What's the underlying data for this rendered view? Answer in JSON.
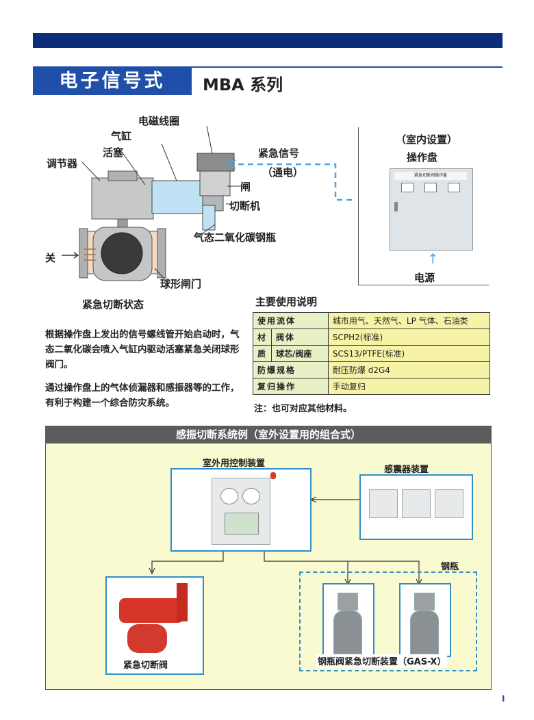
{
  "header": {
    "title": "电子信号式",
    "series": "MBA 系列"
  },
  "diagram": {
    "labels": {
      "solenoid": "电磁线圈",
      "cylinder": "气缸",
      "piston": "活塞",
      "regulator": "调节器",
      "signal": "紧急信号",
      "signal_sub": "（通电）",
      "gate": "闸",
      "cutter": "切断机",
      "co2": "气态二氧化碳钢瓶",
      "close": "关",
      "ball_valve": "球形闸门",
      "state": "紧急切断状态",
      "indoor": "（室内设置）",
      "panel": "操作盘",
      "panel_plate": "紧急切断阀操作盘",
      "power": "电源"
    }
  },
  "description": {
    "para1": "根据操作盘上发出的信号螺线管开始启动时，气态二氧化碳会喷入气缸内驱动活塞紧急关闭球形阀门。",
    "para2": "通过操作盘上的气体侦漏器和感振器等的工作，有利于构建一个综合防灾系统。"
  },
  "spec": {
    "title": "主要使用说明",
    "rows": [
      {
        "group": "",
        "key": "使用流体",
        "value": "城市用气、天然气、LP 气体、石油类"
      },
      {
        "group": "材",
        "key": "阀体",
        "value": "SCPH2(标准)"
      },
      {
        "group": "质",
        "key": "球芯/阀座",
        "value": "SCS13/PTFE(标准)"
      },
      {
        "group": "",
        "key": "防爆规格",
        "value": "耐压防爆 d2G4"
      },
      {
        "group": "",
        "key": "复归操作",
        "value": "手动复归"
      }
    ],
    "note": "注：也可对应其他材料。"
  },
  "system": {
    "title": "感振切断系统例（室外设置用的组合式）",
    "control": "室外用控制装置",
    "sensor": "感震器装置",
    "valve": "紧急切断阀",
    "cylinder_label": "钢瓶",
    "gasx": "钢瓶阀紧急切断装置（GAS-X）"
  },
  "page_number": "I"
}
